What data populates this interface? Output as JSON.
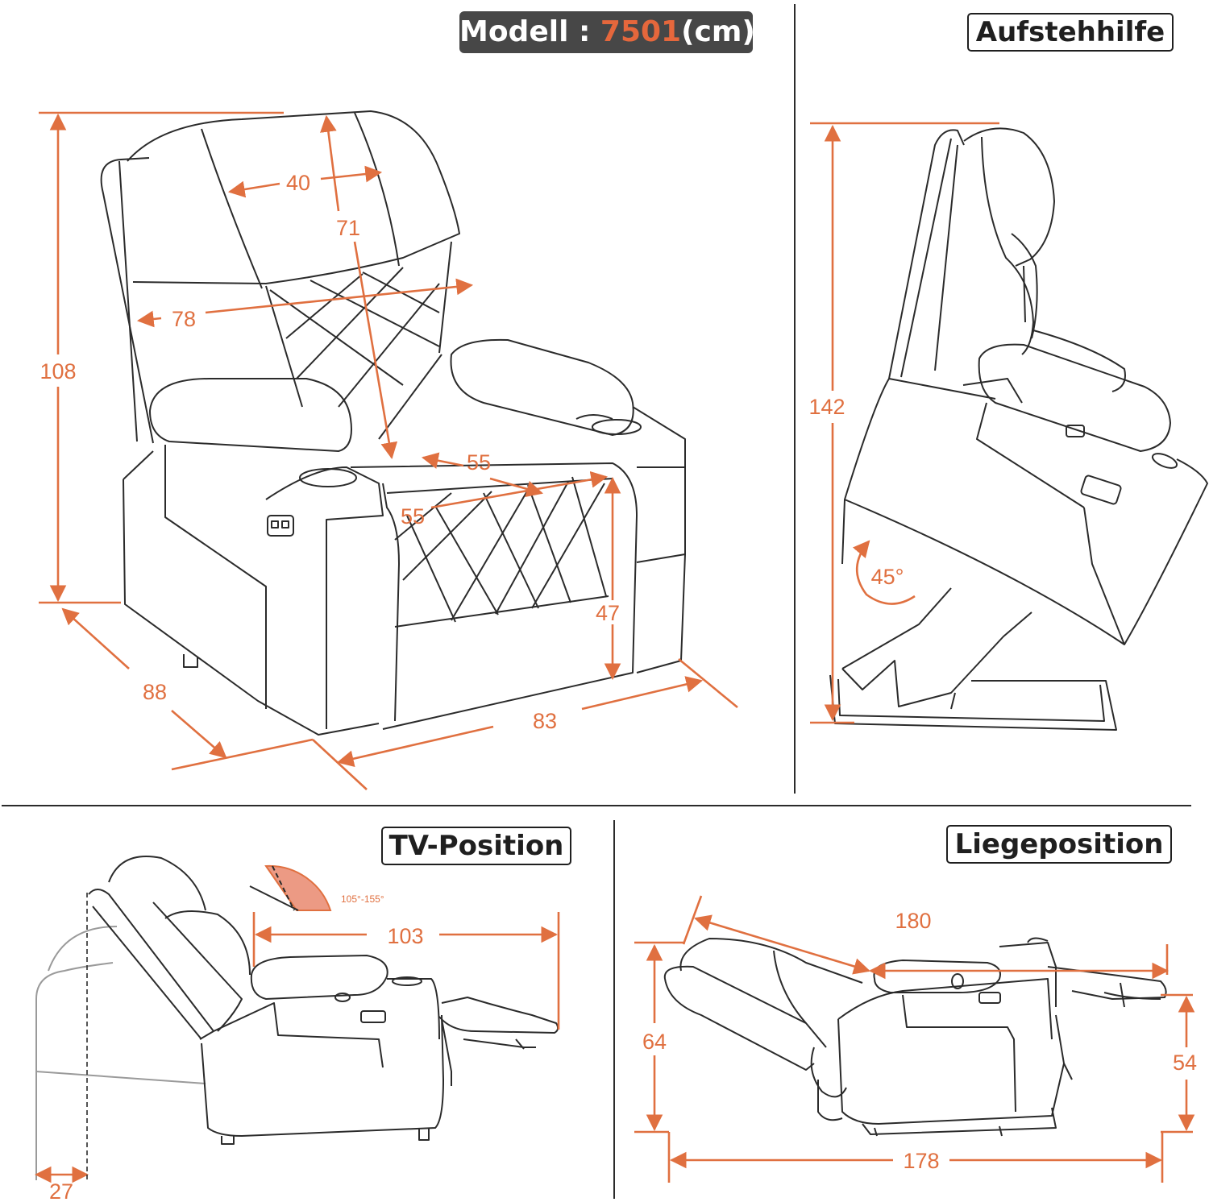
{
  "header": {
    "model_label": "Modell : ",
    "model_number": "7501",
    "model_unit": "(cm)"
  },
  "panels": {
    "front": {
      "dimensions": {
        "total_height": "108",
        "backrest_height": "71",
        "backrest_width": "40",
        "inner_width": "78",
        "seat_depth": "55",
        "seat_width": "55",
        "seat_height": "47",
        "depth": "88",
        "width": "83"
      }
    },
    "lift": {
      "title": "Aufstehhilfe",
      "dimensions": {
        "height": "142",
        "angle": "45°"
      }
    },
    "tv": {
      "title": "TV-Position",
      "dimensions": {
        "angle_range": "105°-155°",
        "length": "103",
        "wall_gap": "27"
      }
    },
    "recline": {
      "title": "Liegeposition",
      "dimensions": {
        "diagonal": "180",
        "length": "178",
        "back_height": "64",
        "foot_height": "54"
      }
    }
  },
  "colors": {
    "accent": "#e5673c",
    "dimension": "#e07040",
    "line": "#2b2b2b",
    "banner": "#474747"
  }
}
